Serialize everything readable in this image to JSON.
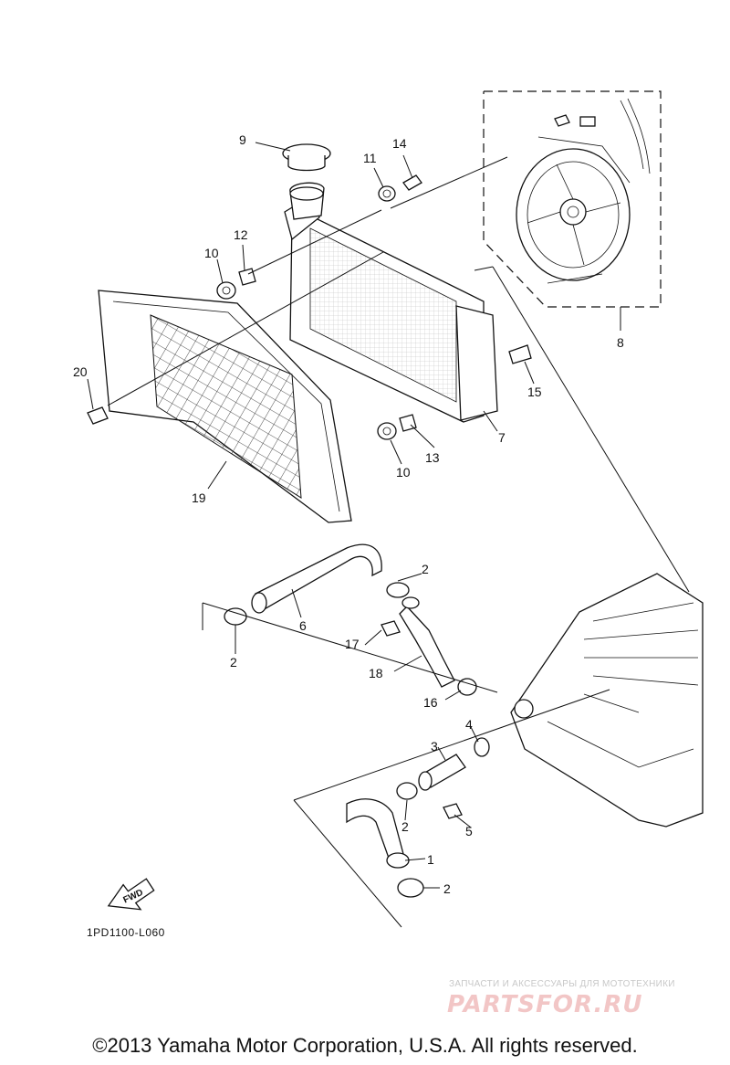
{
  "diagram": {
    "callouts": [
      "9",
      "14",
      "11",
      "12",
      "10",
      "20",
      "19",
      "13",
      "10",
      "15",
      "7",
      "8",
      "2",
      "6",
      "2",
      "17",
      "18",
      "16",
      "4",
      "3",
      "2",
      "5",
      "1",
      "2"
    ],
    "fwd_label": "FWD"
  },
  "footer": {
    "diagram_code": "1PD1100-L060",
    "copyright": "©2013 Yamaha Motor Corporation, U.S.A. All rights reserved."
  },
  "watermark": {
    "tagline": "ЗАПЧАСТИ И АКСЕССУАРЫ ДЛЯ МОТОТЕХНИКИ",
    "logo": "PARTSFOR.RU"
  }
}
